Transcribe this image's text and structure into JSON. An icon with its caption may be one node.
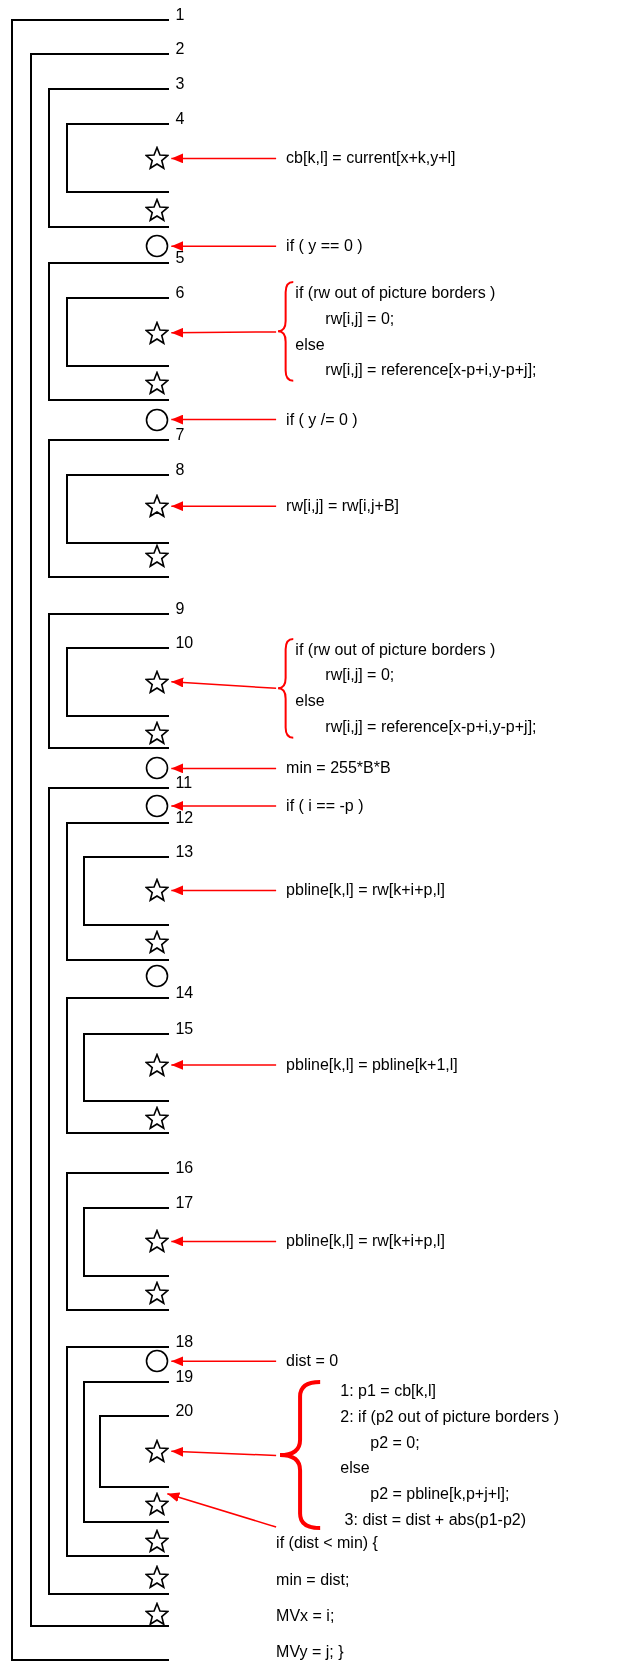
{
  "diagram": {
    "nodes": [
      {
        "text": [
          "1"
        ]
      },
      {
        "text": [
          "2"
        ],
        "in": 0
      },
      {
        "text": [
          "3"
        ],
        "in": 1
      },
      {
        "text": [
          "4"
        ],
        "in": 2
      },
      {
        "text": [],
        "shape": "star",
        "in": 3
      },
      {
        "text": [],
        "shape": "star",
        "in": 2
      },
      {
        "text": [],
        "shape": "circle",
        "in": 1
      },
      {
        "text": [
          "5"
        ],
        "in": 1
      },
      {
        "text": [
          "6"
        ],
        "in": 7
      },
      {
        "text": [],
        "shape": "star",
        "in": 8
      },
      {
        "text": [],
        "shape": "star",
        "in": 7
      },
      {
        "text": [],
        "shape": "circle",
        "in": 1
      },
      {
        "text": [
          "7"
        ],
        "in": 1
      },
      {
        "text": [
          "8"
        ],
        "in": 12
      },
      {
        "text": [],
        "shape": "star",
        "in": 13
      },
      {
        "text": [],
        "shape": "star",
        "in": 12
      },
      {
        "text": [
          "9"
        ],
        "in": 1
      },
      {
        "text": [
          "10"
        ],
        "in": 16
      },
      {
        "text": [],
        "shape": "star",
        "in": 17
      },
      {
        "text": [],
        "shape": "star",
        "in": 16
      },
      {
        "text": [],
        "shape": "circle",
        "in": 1
      },
      {
        "text": [
          "11"
        ],
        "in": 1
      },
      {
        "text": [],
        "shape": "circle",
        "in": 21
      },
      {
        "text": [
          "12"
        ],
        "in": 21
      },
      {
        "text": [
          "13"
        ],
        "in": 23
      },
      {
        "text": [],
        "shape": "star",
        "in": 24
      },
      {
        "text": [],
        "shape": "star",
        "in": 23
      },
      {
        "text": [],
        "shape": "circle",
        "in": 21
      },
      {
        "text": [
          "14"
        ],
        "in": 21
      },
      {
        "text": [
          "15"
        ],
        "in": 28
      },
      {
        "text": [],
        "shape": "star",
        "in": 29
      },
      {
        "text": [],
        "shape": "star",
        "in": 28
      },
      {
        "text": [
          "16"
        ],
        "in": 21
      },
      {
        "text": [
          "17"
        ],
        "in": 32
      },
      {
        "text": [],
        "shape": "star",
        "in": 33
      },
      {
        "text": [],
        "shape": "star",
        "in": 32
      },
      {
        "text": [
          "18"
        ],
        "in": 21
      },
      {
        "text": [],
        "shape": "circle",
        "in": 36
      },
      {
        "text": [
          "19"
        ],
        "in": 36
      },
      {
        "text": [
          "20"
        ],
        "in": 38
      },
      {
        "text": [],
        "shape": "star",
        "in": 39
      },
      {
        "text": [],
        "shape": "star",
        "in": 38
      },
      {
        "text": [],
        "shape": "star",
        "in": 36
      },
      {
        "text": [],
        "shape": "star",
        "in": 21
      },
      {
        "text": [],
        "shape": "star",
        "in": 1
      },
      {
        "text": [
          "cb[k,l] = current[x+k,y+l]"
        ]
      },
      {
        "text": [
          "if ( y == 0 )"
        ]
      },
      {
        "text": [
          "if (rw out of picture borders )",
          "rw[i,j] = 0;",
          "else",
          "rw[i,j] = reference[x-p+i,y-p+j];"
        ]
      },
      {
        "text": [
          "if ( y /= 0 )"
        ]
      },
      {
        "text": [
          "rw[i,j] = rw[i,j+B]"
        ]
      },
      {
        "text": [
          "if (rw out of picture borders )",
          "rw[i,j] = 0;",
          "else",
          "rw[i,j] = reference[x-p+i,y-p+j];"
        ]
      },
      {
        "text": [
          "min = 255*B*B"
        ]
      },
      {
        "text": [
          "if ( i == -p )"
        ]
      },
      {
        "text": [
          "pbline[k,l] = rw[k+i+p,l]"
        ]
      },
      {
        "text": [
          "pbline[k,l] = pbline[k+1,l]"
        ]
      },
      {
        "text": [
          "pbline[k,l] = rw[k+i+p,l]"
        ]
      },
      {
        "text": [
          "dist = 0"
        ]
      },
      {
        "text": [
          "1: p1 = cb[k,l]",
          "2: if (p2 out of picture borders )",
          "p2 = 0;",
          "else",
          "p2 = pbline[k,p+j+l];",
          "3: dist = dist + abs(p1-p2)"
        ]
      },
      {
        "text": [
          "if (dist < min) {",
          "min = dist;",
          "MVx = i;",
          "MVy = j; }"
        ]
      }
    ],
    "edges": [
      {
        "from": 45,
        "to": 4,
        "arrow": "to"
      },
      {
        "from": 46,
        "to": 6,
        "arrow": "to"
      },
      {
        "from": 47,
        "to": 9,
        "arrow": "to"
      },
      {
        "from": 48,
        "to": 11,
        "arrow": "to"
      },
      {
        "from": 49,
        "to": 14,
        "arrow": "to"
      },
      {
        "from": 50,
        "to": 18,
        "arrow": "to"
      },
      {
        "from": 51,
        "to": 20,
        "arrow": "to"
      },
      {
        "from": 52,
        "to": 22,
        "arrow": "to"
      },
      {
        "from": 53,
        "to": 25,
        "arrow": "to"
      },
      {
        "from": 54,
        "to": 30,
        "arrow": "to"
      },
      {
        "from": 55,
        "to": 34,
        "arrow": "to"
      },
      {
        "from": 56,
        "to": 37,
        "arrow": "to"
      },
      {
        "from": 57,
        "to": 40,
        "arrow": "to"
      },
      {
        "from": 58,
        "to": 41,
        "arrow": "to"
      }
    ]
  }
}
